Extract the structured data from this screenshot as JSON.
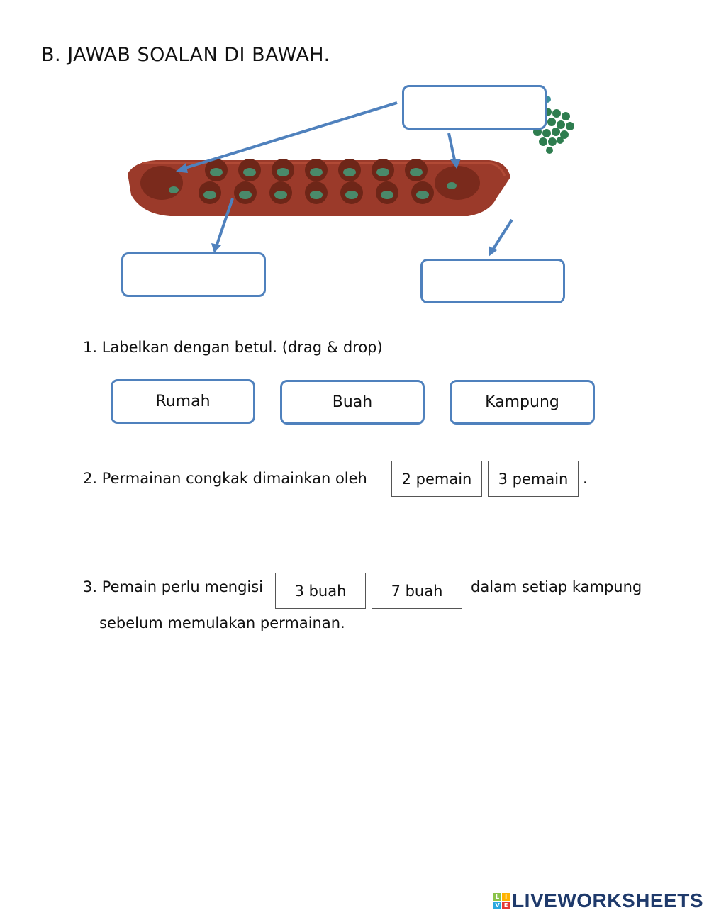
{
  "header": {
    "title": "B. JAWAB SOALAN DI BAWAH."
  },
  "diagram": {
    "image_alt": "congkak board with marbles",
    "drop_targets": [
      {
        "id": "top-right",
        "value": ""
      },
      {
        "id": "bottom-left",
        "value": ""
      },
      {
        "id": "bottom-right",
        "value": ""
      }
    ],
    "arrow_color": "#4f81bd",
    "board_color": "#9b3a2a",
    "marble_color": "#2e7d4f"
  },
  "question1": {
    "text": "1. Labelkan dengan betul. (drag & drop)",
    "words": [
      "Rumah",
      "Buah",
      "Kampung"
    ]
  },
  "question2": {
    "text": "2. Permainan congkak dimainkan oleh",
    "options": [
      "2 pemain",
      "3 pemain"
    ],
    "suffix": "."
  },
  "question3": {
    "text_before": "3. Pemain perlu mengisi",
    "options": [
      "3 buah",
      "7 buah"
    ],
    "text_after": "dalam setiap kampung",
    "text_line2": "sebelum memulakan permainan."
  },
  "footer": {
    "logo_letters": [
      "L",
      "I",
      "V",
      "E"
    ],
    "logo_colors": [
      "#8bc34a",
      "#ffb300",
      "#29a8e0",
      "#e53935"
    ],
    "brand": "LIVEWORKSHEETS"
  }
}
